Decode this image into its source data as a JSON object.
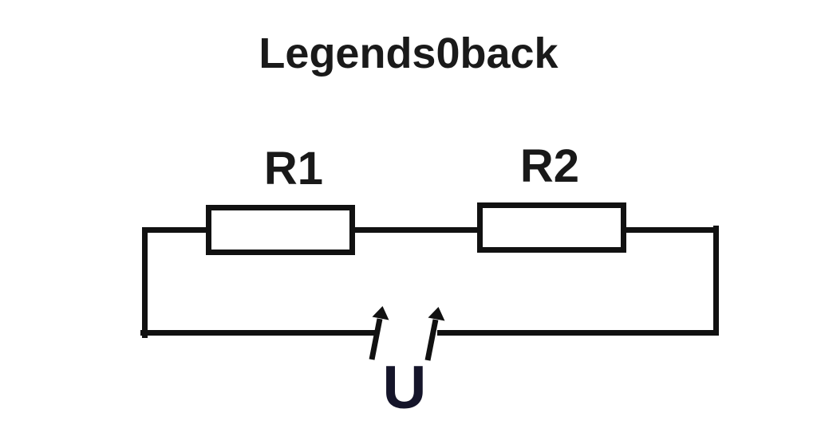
{
  "title": "Legends0back",
  "circuit": {
    "type": "series-resistor-circuit",
    "components": [
      {
        "id": "R1",
        "label": "R1",
        "type": "resistor"
      },
      {
        "id": "R2",
        "label": "R2",
        "type": "resistor"
      },
      {
        "id": "U",
        "label": "U",
        "type": "voltage-source-terminals"
      }
    ],
    "labels": {
      "r1": "R1",
      "r2": "R2",
      "u": "U"
    },
    "colors": {
      "line": "#111111",
      "text": "#1a1a1a",
      "background": "#ffffff"
    }
  }
}
